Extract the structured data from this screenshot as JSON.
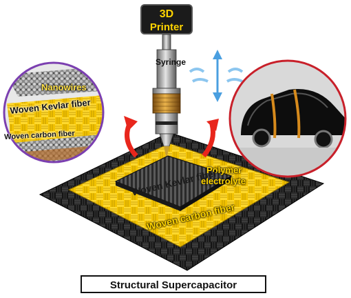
{
  "printer": {
    "line1": "3D",
    "line2": "Printer"
  },
  "labels": {
    "syringe": "Syringe",
    "nanowires": "Nanowires",
    "kevlar_inset": "Woven Kevlar fiber",
    "carbon_inset": "Woven carbon fiber",
    "polymer_line1": "Polymer",
    "polymer_line2": "electrolyte",
    "kevlar_main": "Woven Kevlar fiber",
    "carbon_main": "Woven carbon fiber"
  },
  "title": "Structural Supercapacitor",
  "colors": {
    "kevlar": "#f5c800",
    "carbon": "#1c1c1c",
    "electrolyte": "#3a3a3a",
    "arrow_red": "#e8261c",
    "motion_blue": "#4a9fe0",
    "printer_text": "#ffd400",
    "inset_left_border": "#7b3fb0",
    "inset_right_border": "#c8202a"
  },
  "icons": [
    "up-down-arrow-icon",
    "motion-lines-icon",
    "curved-arrow-icon"
  ]
}
